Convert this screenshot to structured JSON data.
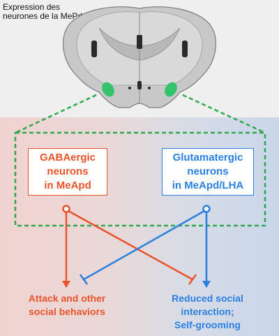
{
  "title": "Expression des neurones de la MePd",
  "boxes": {
    "gaba": [
      "GABAergic",
      "neurons",
      "in MeApd"
    ],
    "glut": [
      "Glutamatergic",
      "neurons",
      "in MeApd/LHA"
    ]
  },
  "outcomes": {
    "attack": [
      "Attack and other",
      "social behaviors"
    ],
    "social": [
      "Reduced social",
      "interaction;",
      "Self-grooming"
    ]
  },
  "colors": {
    "gaba": "#e8532a",
    "glut": "#2a7fe0",
    "dash": "#2fa84f",
    "highlight": "#34c36b"
  }
}
